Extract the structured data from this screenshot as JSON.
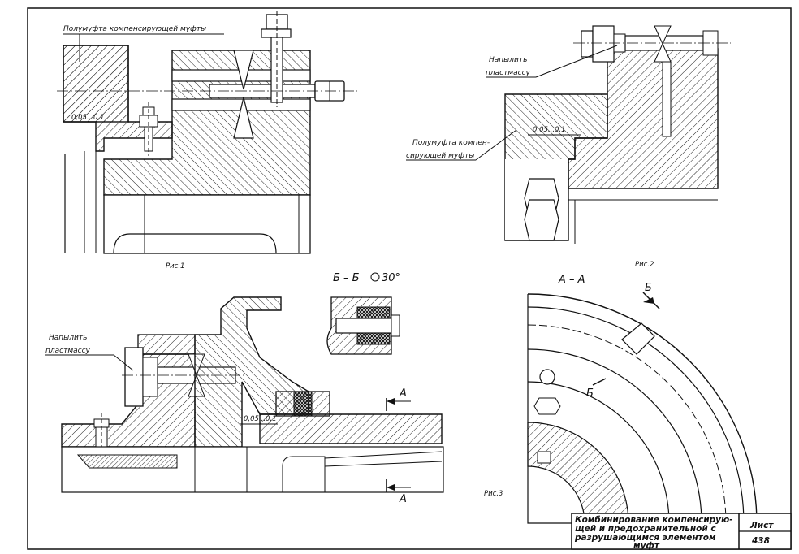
{
  "figures": {
    "fig1": {
      "caption": "Рис.1",
      "label_half_coupling": "Полумуфта компенсирующей муфты",
      "dimension": "0,05...0,1"
    },
    "fig2": {
      "caption": "Рис.2",
      "label_spray_line1": "Напылить",
      "label_spray_line2": "пластмассу",
      "label_half_line1": "Полумуфта компен-",
      "label_half_line2": "сирующей муфты",
      "dimension": "0,05...0,1"
    },
    "fig3": {
      "caption": "Рис.3",
      "label_spray_line1": "Напылить",
      "label_spray_line2": "пластмассу",
      "dimension": "0,05...0,1",
      "section_mark_upper": "А",
      "section_mark_lower": "А"
    },
    "section_bb": {
      "title": "Б – Б",
      "rotation": "30°"
    },
    "section_aa": {
      "title": "А – А",
      "mark_b_upper": "Б",
      "mark_b_lower": "Б"
    }
  },
  "title_block": {
    "title_line1": "Комбинирование компенсирую-",
    "title_line2": "щей и предохранительной с",
    "title_line3": "разрушающимся элементом",
    "title_line4": "муфт",
    "sheet_label": "Лист",
    "sheet_number": "438"
  }
}
